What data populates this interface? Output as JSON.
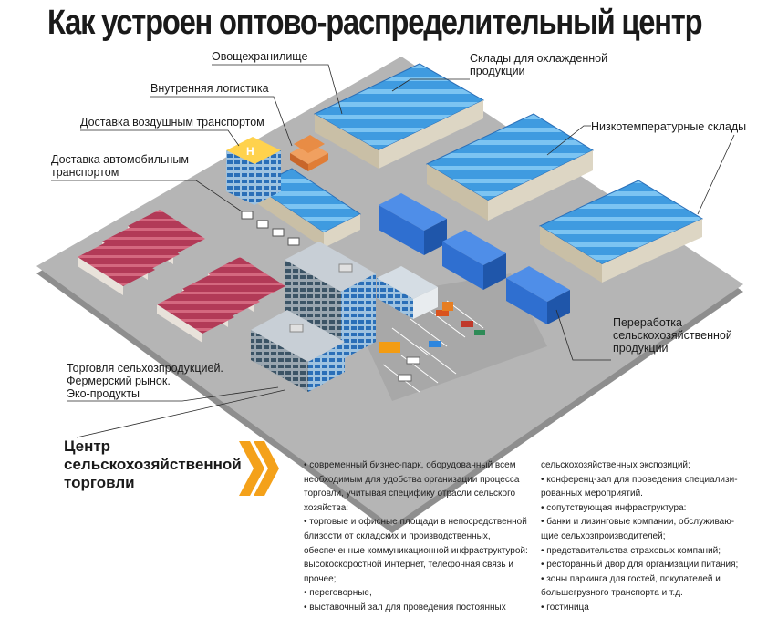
{
  "title": "Как устроен оптово-распределительный центр",
  "labels": {
    "vegetable_storage": "Овощехранилище",
    "internal_logistics": "Внутренняя логистика",
    "air_delivery": "Доставка воздушным транспортом",
    "auto_delivery": [
      "Доставка автомобильным",
      "транспортом"
    ],
    "chilled_warehouses": [
      "Склады для охлажденной",
      "продукции"
    ],
    "low_temp_warehouses": "Низкотемпературные склады",
    "processing": [
      "Переработка",
      "сельскохозяйственной",
      "продукции"
    ],
    "trade": [
      "Торговля сельхозпродукцией.",
      "Фермерский рынок.",
      "Эко-продукты"
    ]
  },
  "center": {
    "title": [
      "Центр",
      "сельскохозяйственной",
      "торговли"
    ]
  },
  "columns": {
    "left": [
      "• современный бизнес-парк, оборудованный всем",
      "необходимым для удобства организации процесса",
      "торговли, учитывая специфику отрасли сельского",
      "хозяйства:",
      "• торговые и офисные площади в непосредственной",
      "близости от складских и производственных,",
      "обеспеченные коммуникационной инфраструктурой:",
      "высокоскоростной Интернет, телефонная связь и",
      "прочее;",
      "• переговорные,",
      "• выставочный зал для проведения постоянных"
    ],
    "right": [
      "сельскохозяйственных экспозиций;",
      "• конференц-зал для проведения специализи-",
      "рованных мероприятий.",
      "• сопутствующая инфраструктура:",
      "• банки и лизинговые компании, обслуживаю-",
      "щие сельхозпроизводителей;",
      "• представительства страховых компаний;",
      "• ресторанный двор для организации питания;",
      "• зоны паркинга для гостей, покупателей и",
      "большегрузного транспорта и т.д.",
      "• гостиница"
    ]
  },
  "colors": {
    "accent": "#f4a11a",
    "glass_roof": "#3f9be0",
    "container_blue": "#2f6fd0",
    "brick_roof": "#b23a57",
    "ground": "#b5b5b5"
  }
}
